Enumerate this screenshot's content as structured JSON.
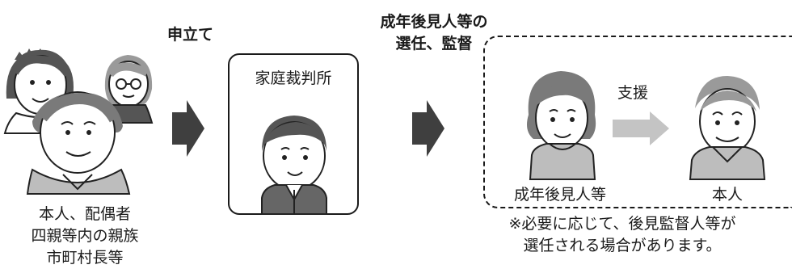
{
  "applicants": {
    "labels": [
      "本人、配偶者",
      "四親等内の親族",
      "市町村長等"
    ]
  },
  "step1": {
    "label": "申立て"
  },
  "court": {
    "label": "家庭裁判所"
  },
  "step2": {
    "label_lines": [
      "成年後見人等の",
      "選任、監督"
    ]
  },
  "group": {
    "guardian_label": "成年後見人等",
    "support_label": "支援",
    "person_label": "本人"
  },
  "note": {
    "lines": [
      "※必要に応じて、後見監督人等が",
      "選任される場合があります。"
    ]
  },
  "colors": {
    "arrow": "#3f3f3f",
    "support_arrow": "#c4c4c4",
    "hair_dark": "#555555",
    "hair_mid": "#7a7a7a",
    "hair_light": "#9a9a9a",
    "skin": "#ffffff",
    "shirt": "#bdbdbd",
    "suit": "#666666"
  }
}
